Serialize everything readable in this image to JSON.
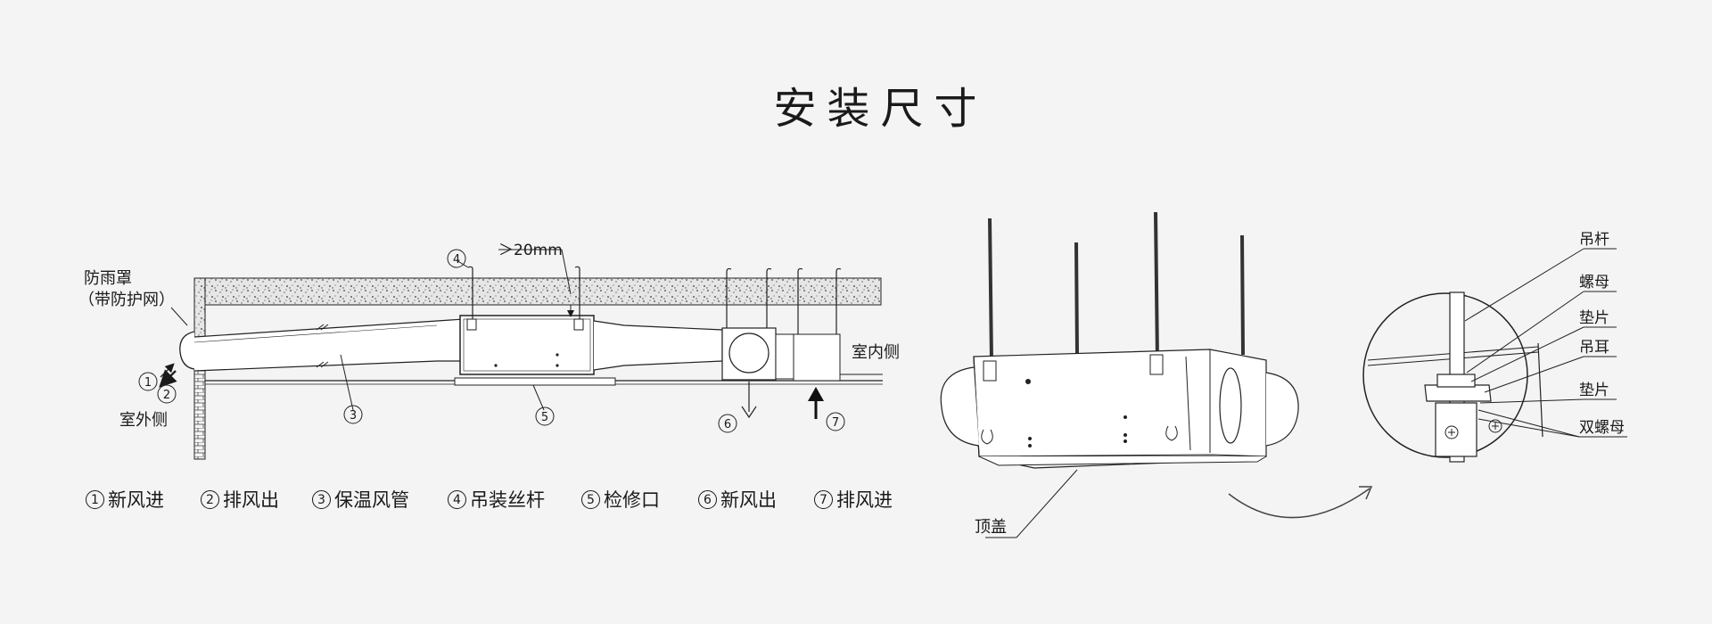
{
  "title": "安装尺寸",
  "left_diagram": {
    "rain_cover_label": "防雨罩",
    "rain_cover_note": "（带防护网）",
    "outdoor_label": "室外侧",
    "indoor_label": "室内侧",
    "clearance_label": "＞20mm",
    "markers": [
      "1",
      "2",
      "3",
      "4",
      "5",
      "6",
      "7"
    ]
  },
  "legend": [
    {
      "num": "1",
      "label": "新风进"
    },
    {
      "num": "2",
      "label": "排风出"
    },
    {
      "num": "3",
      "label": "保温风管"
    },
    {
      "num": "4",
      "label": "吊装丝杆"
    },
    {
      "num": "5",
      "label": "检修口"
    },
    {
      "num": "6",
      "label": "新风出"
    },
    {
      "num": "7",
      "label": "排风进"
    }
  ],
  "right_diagram": {
    "top_cover_label": "顶盖",
    "detail_labels": [
      "吊杆",
      "螺母",
      "垫片",
      "吊耳",
      "垫片",
      "双螺母"
    ]
  }
}
